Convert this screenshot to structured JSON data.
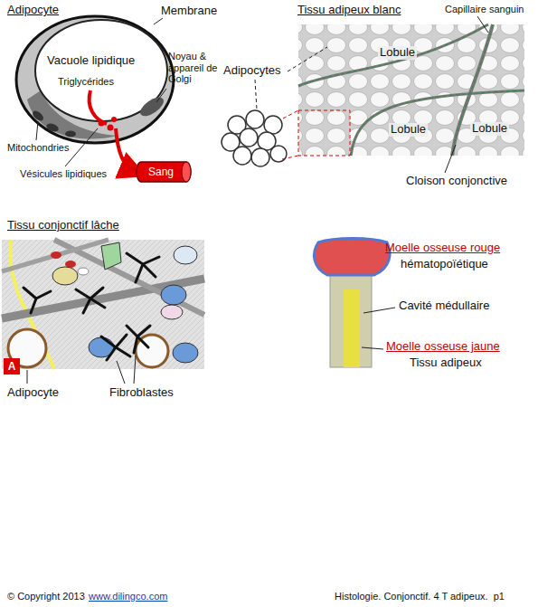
{
  "diagram": {
    "nodes": [
      {
        "text": [
          "Sang"
        ]
      },
      {
        "text": [
          "A"
        ]
      }
    ],
    "labels": [
      "Adipocyte",
      "Membrane",
      "Vacuole lipidique",
      "Triglycérides",
      "Noyau & appareil de Golgi",
      "Mitochondries",
      "Vésicules lipidiques",
      "Tissu adipeux blanc",
      "Capillaire sanguin",
      "Adipocytes",
      "Lobule",
      "Lobule",
      "Lobule",
      "Cloison conjonctive",
      "Tissu conjonctif lâche",
      "Adipocyte",
      "Fibroblastes",
      "Moelle osseuse rouge",
      "hématopoïétique",
      "Cavité médullaire",
      "Moelle osseuse jaune",
      "Tissu adipeux",
      "© Copyright 2013",
      "www.dilingco.com",
      "Histologie. Conjonctif. 4 T adipeux.  p1"
    ]
  }
}
